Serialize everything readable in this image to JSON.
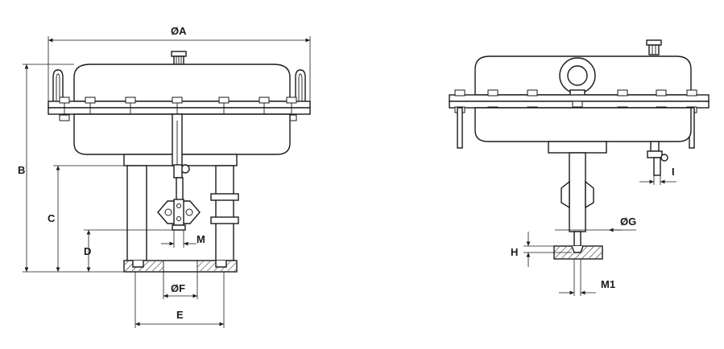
{
  "drawing": {
    "labels": {
      "diameter_a": "ØA",
      "b": "B",
      "c": "C",
      "d": "D",
      "m": "M",
      "diameter_f": "ØF",
      "e": "E",
      "diameter_g": "ØG",
      "i": "I",
      "h": "H",
      "m1": "M1"
    }
  }
}
